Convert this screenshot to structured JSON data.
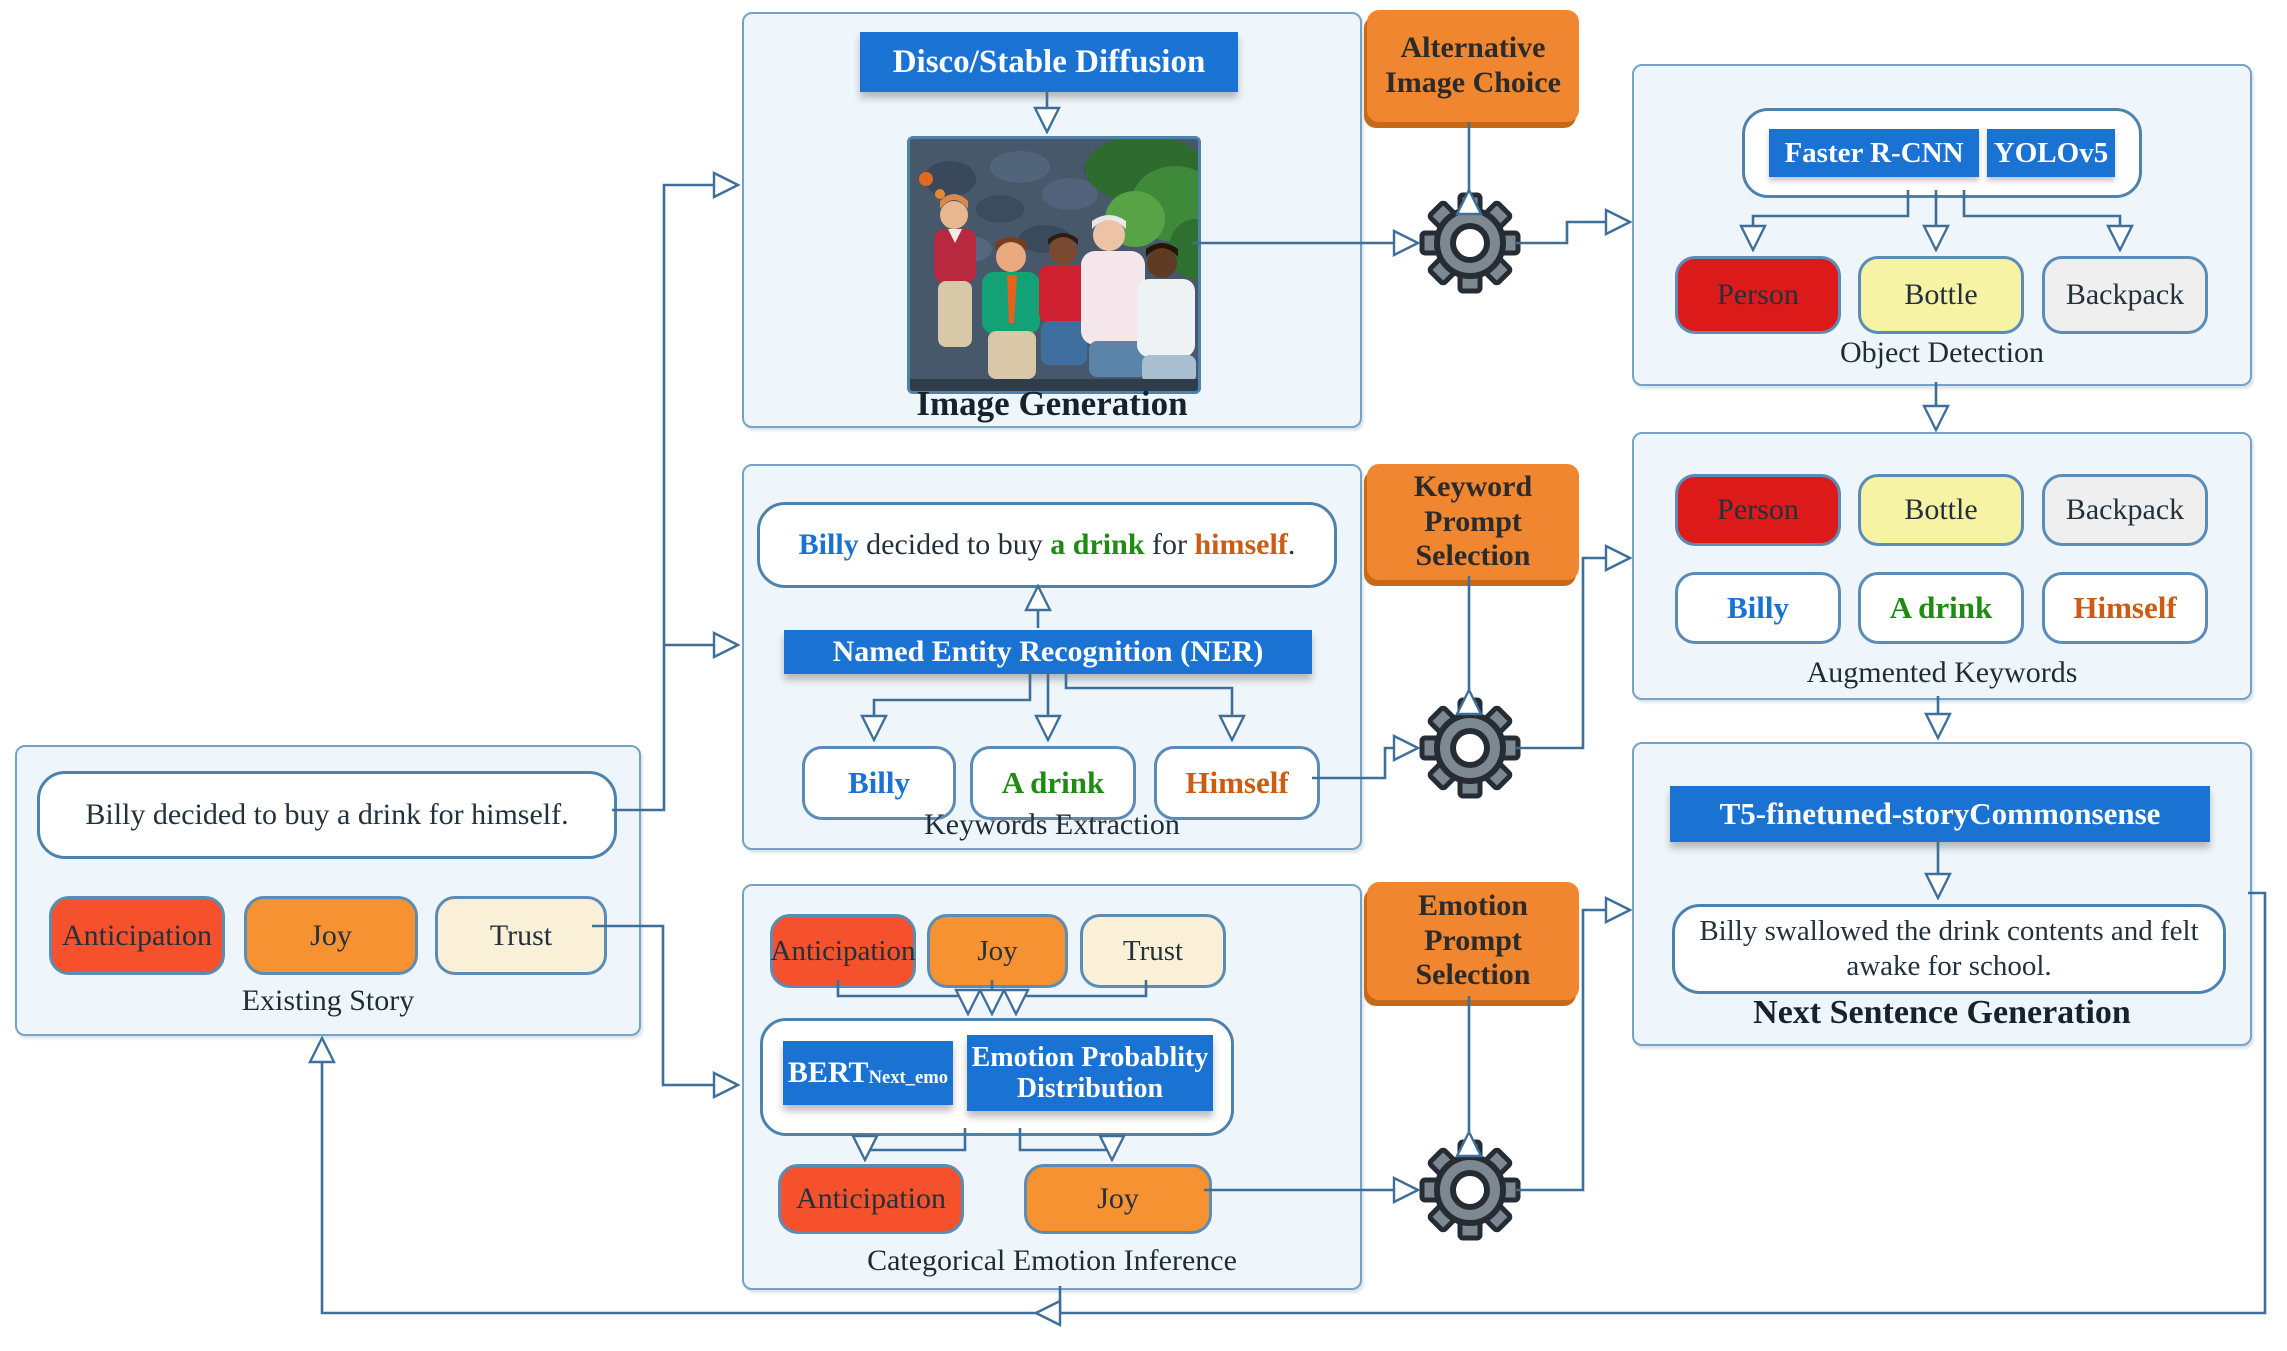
{
  "palette": {
    "panel_bg": "#eff6fb",
    "panel_border": "#76a3c4",
    "line": "#3f6f99",
    "blue": "#1a73d3",
    "orange_box": "#f0862f",
    "orange_box_shadow": "#c66a1a",
    "pill_border": "#5b8cb8",
    "white_box_border": "#4d82ad",
    "anticipation_orange": "#f4512c",
    "joy_orange": "#f79233",
    "trust_cream": "#faf0d7",
    "person_red": "#dd1a1a",
    "bottle_yellow": "#f7f3a4",
    "backpack_gray": "#efefef",
    "keyword_blue": "#1a73d3",
    "keyword_green": "#1f8b12",
    "keyword_orange": "#cc5b14",
    "white": "#ffffff"
  },
  "panels": {
    "existing_story": {
      "label": "Existing Story",
      "sentence": "Billy decided to buy a drink for himself.",
      "emotions": [
        {
          "label": "Anticipation",
          "color": "anticipation_orange"
        },
        {
          "label": "Joy",
          "color": "joy_orange"
        },
        {
          "label": "Trust",
          "color": "trust_cream"
        }
      ]
    },
    "image_generation": {
      "label": "Image Generation",
      "model": "Disco/Stable Diffusion",
      "image_description": "Generated photo of five people sitting together and laughing"
    },
    "keywords_extraction": {
      "label": "Keywords Extraction",
      "sentence_segments": [
        {
          "text": "Billy",
          "color": "keyword_blue"
        },
        {
          "text": " decided to buy "
        },
        {
          "text": "a drink",
          "color": "keyword_green"
        },
        {
          "text": " for "
        },
        {
          "text": "himself",
          "color": "keyword_orange"
        },
        {
          "text": "."
        }
      ],
      "model": "Named Entity Recognition (NER)",
      "keywords": [
        {
          "label": "Billy",
          "color": "keyword_blue"
        },
        {
          "label": "A drink",
          "color": "keyword_green"
        },
        {
          "label": "Himself",
          "color": "keyword_orange"
        }
      ]
    },
    "categorical_emotion_inference": {
      "label": "Categorical Emotion Inference",
      "input_emotions": [
        {
          "label": "Anticipation",
          "color": "anticipation_orange"
        },
        {
          "label": "Joy",
          "color": "joy_orange"
        },
        {
          "label": "Trust",
          "color": "trust_cream"
        }
      ],
      "bert": {
        "main": "BERT",
        "sub": "Next_emo"
      },
      "distribution": "Emotion Probablity Distribution",
      "output_emotions": [
        {
          "label": "Anticipation",
          "color": "anticipation_orange"
        },
        {
          "label": "Joy",
          "color": "joy_orange"
        }
      ]
    },
    "object_detection": {
      "label": "Object Detection",
      "models": [
        {
          "label": "Faster R-CNN"
        },
        {
          "label": "YOLOv5"
        }
      ],
      "objects": [
        {
          "label": "Person",
          "color": "person_red"
        },
        {
          "label": "Bottle",
          "color": "bottle_yellow"
        },
        {
          "label": "Backpack",
          "color": "backpack_gray"
        }
      ]
    },
    "augmented_keywords": {
      "label": "Augmented Keywords",
      "objects": [
        {
          "label": "Person",
          "color": "person_red"
        },
        {
          "label": "Bottle",
          "color": "bottle_yellow"
        },
        {
          "label": "Backpack",
          "color": "backpack_gray"
        }
      ],
      "keywords": [
        {
          "label": "Billy",
          "color": "keyword_blue"
        },
        {
          "label": "A drink",
          "color": "keyword_green"
        },
        {
          "label": "Himself",
          "color": "keyword_orange"
        }
      ]
    },
    "next_sentence_generation": {
      "label": "Next Sentence Generation",
      "model": "T5-finetuned-storyCommonsense",
      "sentence": "Billy swallowed the drink contents and felt awake for school."
    }
  },
  "process_boxes": {
    "alternative_image_choice": "Alternative Image Choice",
    "keyword_prompt_selection": "Keyword Prompt Selection",
    "emotion_prompt_selection": "Emotion Prompt Selection"
  }
}
